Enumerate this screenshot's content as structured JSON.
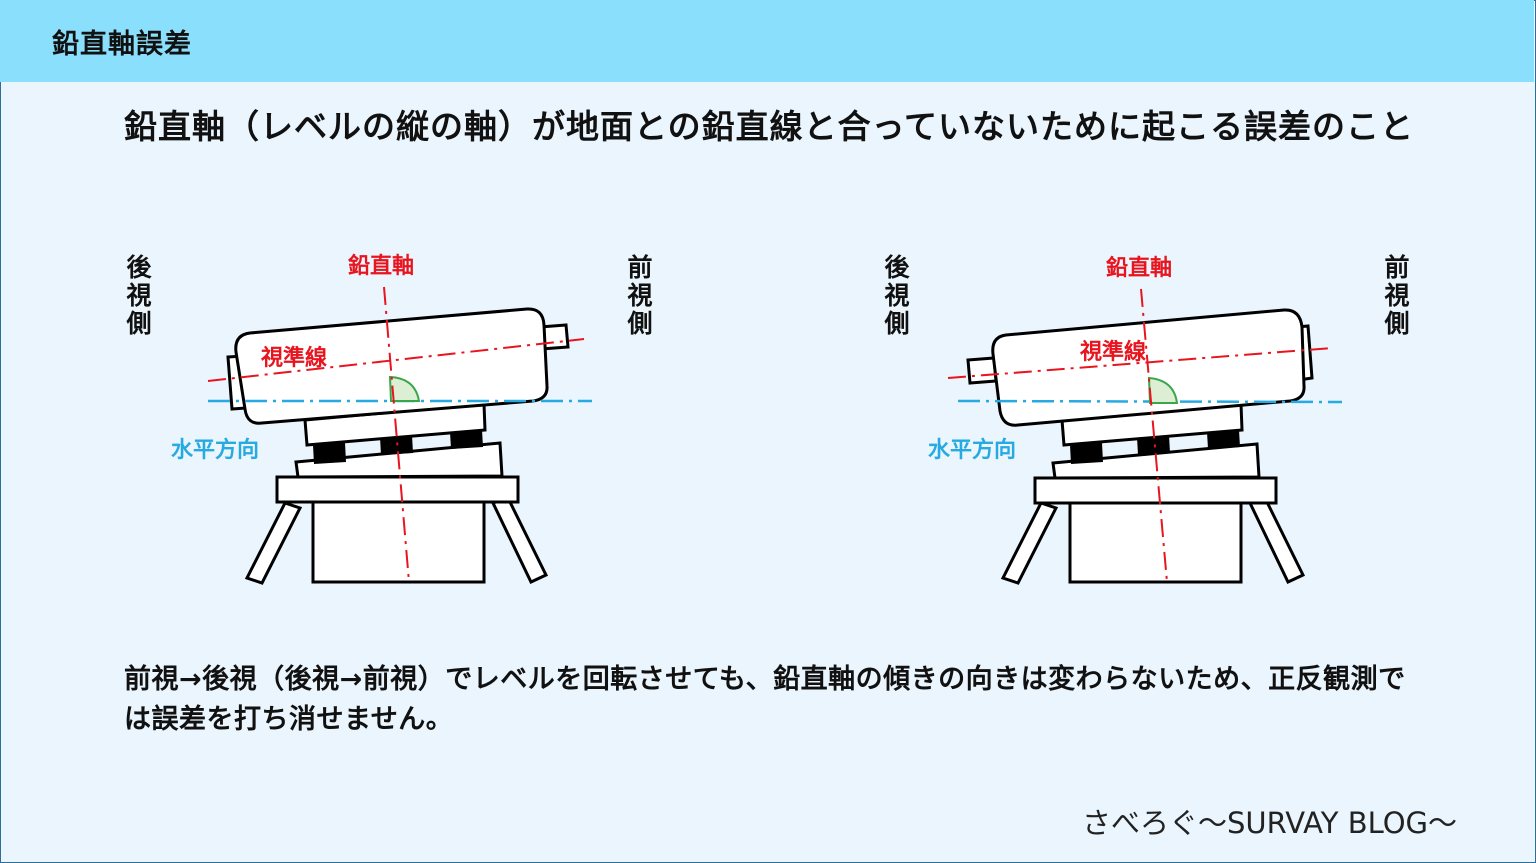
{
  "header": {
    "title": "鉛直軸誤差"
  },
  "lead": {
    "text": "鉛直軸（レベルの縦の軸）が地面との鉛直線と合っていないために起こる誤差のこと"
  },
  "diagrams": [
    {
      "back_side": "後視側",
      "front_side": "前視側",
      "vertical_axis_label": "鉛直軸",
      "sight_line_label": "視準線",
      "horizontal_label": "水平方向"
    },
    {
      "back_side": "後視側",
      "front_side": "前視側",
      "vertical_axis_label": "鉛直軸",
      "sight_line_label": "視準線",
      "horizontal_label": "水平方向"
    }
  ],
  "colors": {
    "header_bg": "#8adffc",
    "body_bg": "#eaf5fd",
    "red": "#e8141e",
    "blue": "#27a9e1",
    "angle_fill": "#dcefd4",
    "angle_stroke": "#3aa64a"
  },
  "note": {
    "text": "前視→後視（後視→前視）でレベルを回転させても、鉛直軸の傾きの向きは変わらないため、正反観測では誤差を打ち消せません。"
  },
  "footer": {
    "text": "さべろぐ〜SURVAY BLOG〜"
  }
}
